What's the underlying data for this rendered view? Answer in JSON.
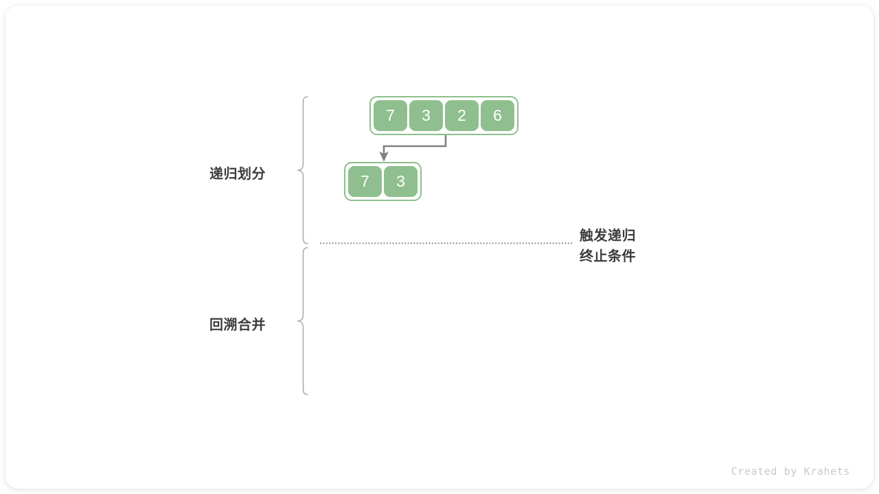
{
  "diagram": {
    "title": "merge-sort-recursive-division-and-merge",
    "watermark": "Created by Krahets",
    "colors": {
      "cell_fill": "#8FBF8F",
      "cell_border": "#8CBF8C",
      "cell_text": "#FFFFFF",
      "label_text": "#3C3C3C",
      "arrow": "#808080",
      "brace": "#AAAAAA",
      "dotted_line": "#888888",
      "watermark": "#C9C9C9",
      "background": "#FFFFFF"
    },
    "phases": [
      {
        "id": "divide",
        "label": "递归划分"
      },
      {
        "id": "merge",
        "label": "回溯合并"
      }
    ],
    "boundary_note": {
      "line1": "触发递归",
      "line2": "终止条件"
    },
    "arrays": [
      {
        "id": "root-array",
        "values": [
          "7",
          "3",
          "2",
          "6"
        ]
      },
      {
        "id": "left-subarray",
        "values": [
          "7",
          "3"
        ]
      }
    ],
    "arrow": {
      "id": "divide-arrow",
      "from_array": "root-array",
      "to_array": "left-subarray",
      "direction": "down"
    }
  }
}
